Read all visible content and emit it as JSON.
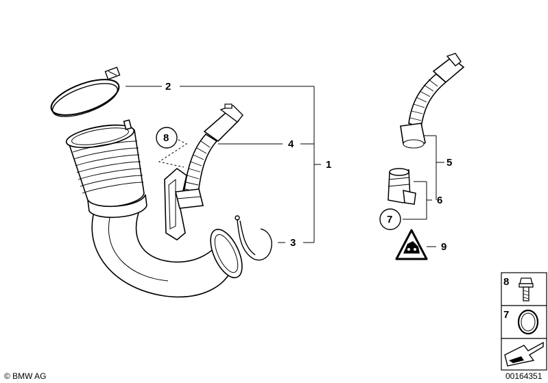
{
  "callouts": {
    "n1": "1",
    "n2": "2",
    "n3": "3",
    "n4": "4",
    "n5": "5",
    "n6": "6",
    "n7": "7",
    "n8": "8",
    "n9": "9"
  },
  "legend": {
    "item8": "8",
    "item7": "7"
  },
  "footer": {
    "copyright": "© BMW AG",
    "diagram_id": "00164351"
  },
  "colors": {
    "line": "#000000",
    "fill": "#ffffff",
    "shade": "#d9d9d9"
  }
}
